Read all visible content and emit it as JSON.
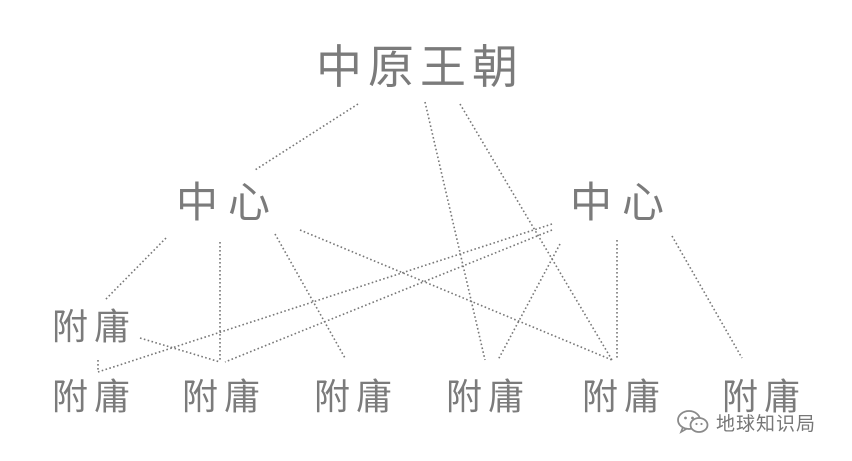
{
  "nodes": {
    "top": "中原王朝",
    "center_left": "中心",
    "center_right": "中心",
    "vassal_side": "附庸",
    "vassal_1": "附庸",
    "vassal_2": "附庸",
    "vassal_3": "附庸",
    "vassal_4": "附庸",
    "vassal_5": "附庸",
    "vassal_6": "附庸"
  },
  "edges": [
    [
      "top",
      "center_left"
    ],
    [
      "top",
      "vassal_4"
    ],
    [
      "top",
      "vassal_5"
    ],
    [
      "center_left",
      "vassal_side"
    ],
    [
      "center_left",
      "vassal_2"
    ],
    [
      "center_left",
      "vassal_3"
    ],
    [
      "center_left",
      "vassal_5"
    ],
    [
      "center_right",
      "vassal_1"
    ],
    [
      "center_right",
      "vassal_2"
    ],
    [
      "center_right",
      "vassal_4"
    ],
    [
      "center_right",
      "vassal_5"
    ],
    [
      "center_right",
      "vassal_6"
    ],
    [
      "vassal_side",
      "vassal_2"
    ]
  ],
  "style": {
    "text_color": "#7b7b7b",
    "line_color": "#777777"
  },
  "watermark": {
    "icon": "wechat-icon",
    "text": "地球知识局"
  }
}
